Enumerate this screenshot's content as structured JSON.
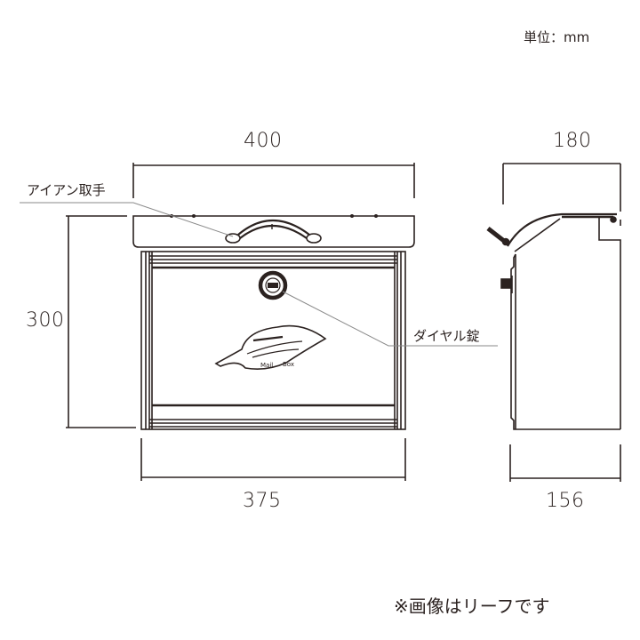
{
  "header": {
    "unit_label": "単位：mm"
  },
  "front_view": {
    "dimensions": {
      "top_width": "400",
      "height": "300",
      "bottom_width": "375"
    },
    "callouts": {
      "handle": "アイアン取手",
      "dial_lock": "ダイヤル錠"
    },
    "leaf_emblem_text": [
      "Mail",
      "Box"
    ]
  },
  "side_view": {
    "dimensions": {
      "top_depth": "180",
      "bottom_depth": "156"
    }
  },
  "footer": {
    "note": "※画像はリーフです"
  },
  "colors": {
    "line": "#2b2220",
    "leader": "#8a8a8a",
    "background": "#ffffff"
  }
}
